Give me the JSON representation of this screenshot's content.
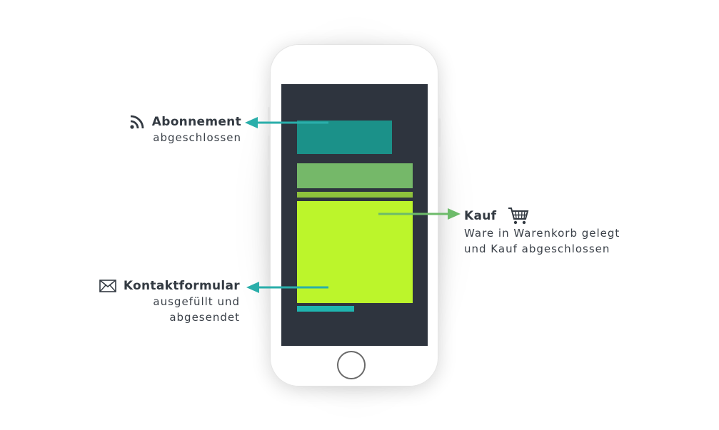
{
  "labels": {
    "subscription": {
      "title": "Abonnement",
      "subtitle": "abgeschlossen",
      "icon": "rss-icon"
    },
    "purchase": {
      "title": "Kauf",
      "subtitle_line1": "Ware in Warenkorb gelegt",
      "subtitle_line2": "und Kauf abgeschlossen",
      "icon": "shopping-cart-icon"
    },
    "contact": {
      "title": "Kontaktformular",
      "subtitle_line1": "ausgefüllt und",
      "subtitle_line2": "abgesendet",
      "icon": "envelope-icon"
    }
  },
  "colors": {
    "screen_background": "#2e343e",
    "teal_header": "#1b9189",
    "green_bar": "#75b869",
    "olive_strip": "#8ec13c",
    "lime_panel": "#bcf52b",
    "teal_footer": "#1fb5b0",
    "teal_arrow": "#2aaeaa",
    "green_arrow": "#6dbb6a",
    "text": "#333a42"
  }
}
